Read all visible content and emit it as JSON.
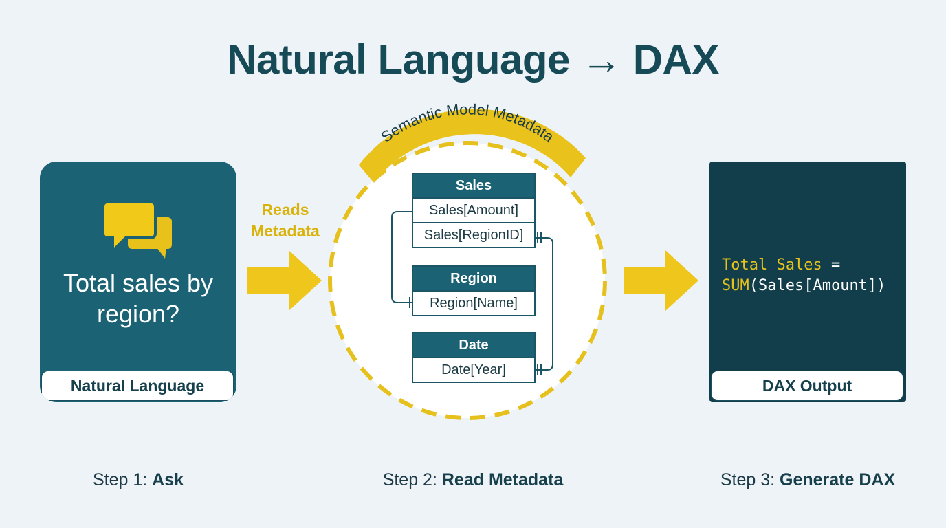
{
  "title": "Natural Language → DAX",
  "left_card": {
    "question": "Total sales by region?",
    "label": "Natural Language",
    "icon": "chat-bubbles-icon"
  },
  "arrow_label": {
    "line1": "Reads",
    "line2": "Metadata"
  },
  "metadata": {
    "banner": "Semantic Model Metadata",
    "tables": [
      {
        "name": "Sales",
        "columns": [
          "Sales[Amount]",
          "Sales[RegionID]"
        ]
      },
      {
        "name": "Region",
        "columns": [
          "Region[Name]"
        ]
      },
      {
        "name": "Date",
        "columns": [
          "Date[Year]"
        ]
      }
    ]
  },
  "right_card": {
    "code_kw1": "Total Sales",
    "code_eq": " =",
    "code_kw2": "SUM",
    "code_rest": "(Sales[Amount])",
    "label": "DAX Output"
  },
  "steps": [
    {
      "prefix": "Step 1: ",
      "name": "Ask"
    },
    {
      "prefix": "Step 2: ",
      "name": "Read Metadata"
    },
    {
      "prefix": "Step 3: ",
      "name": "Generate DAX"
    }
  ],
  "colors": {
    "background": "#eef3f7",
    "teal": "#1b6274",
    "dark_teal": "#123e4c",
    "yellow": "#e9c21c",
    "title": "#174a57"
  }
}
